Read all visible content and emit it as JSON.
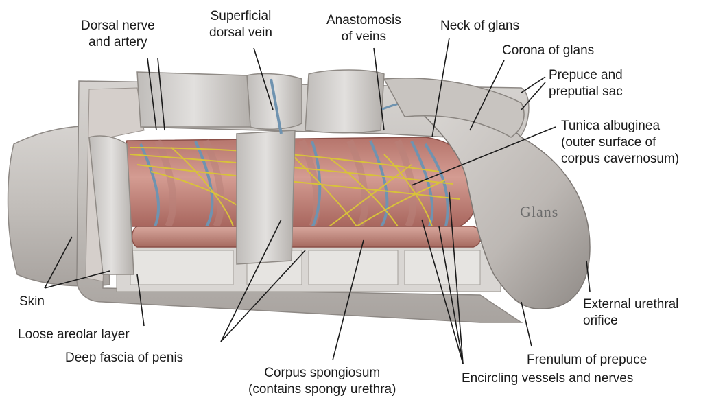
{
  "diagram": {
    "glans_label": "Glans",
    "labels": {
      "dorsal_nerve_artery": {
        "line1": "Dorsal nerve",
        "line2": "and artery"
      },
      "superficial_dorsal_vein": {
        "line1": "Superficial",
        "line2": "dorsal vein"
      },
      "anastomosis_veins": {
        "line1": "Anastomosis",
        "line2": "of veins"
      },
      "neck_of_glans": {
        "line1": "Neck of glans"
      },
      "corona_of_glans": {
        "line1": "Corona of glans"
      },
      "prepuce": {
        "line1": "Prepuce and",
        "line2": "preputial sac"
      },
      "tunica_albuginea": {
        "line1": "Tunica albuginea",
        "line2": "(outer surface of",
        "line3": "corpus cavernosum)"
      },
      "skin": {
        "line1": "Skin"
      },
      "loose_areolar": {
        "line1": "Loose areolar layer"
      },
      "deep_fascia": {
        "line1": "Deep fascia of penis"
      },
      "corpus_spongiosum": {
        "line1": "Corpus spongiosum",
        "line2": "(contains spongy urethra)"
      },
      "external_urethral": {
        "line1": "External urethral",
        "line2": "orifice"
      },
      "frenulum": {
        "line1": "Frenulum of prepuce"
      },
      "encircling": {
        "line1": "Encircling vessels and nerves"
      }
    }
  },
  "colors": {
    "skin": "#c9c6c3",
    "skin_shadow": "#9e9a96",
    "cavernosum": "#c98b82",
    "cavernosum_dark": "#a3655d",
    "vein_blue": "#6f93b0",
    "nerve_yellow": "#d8c23a",
    "leader": "#1a1a1a"
  }
}
